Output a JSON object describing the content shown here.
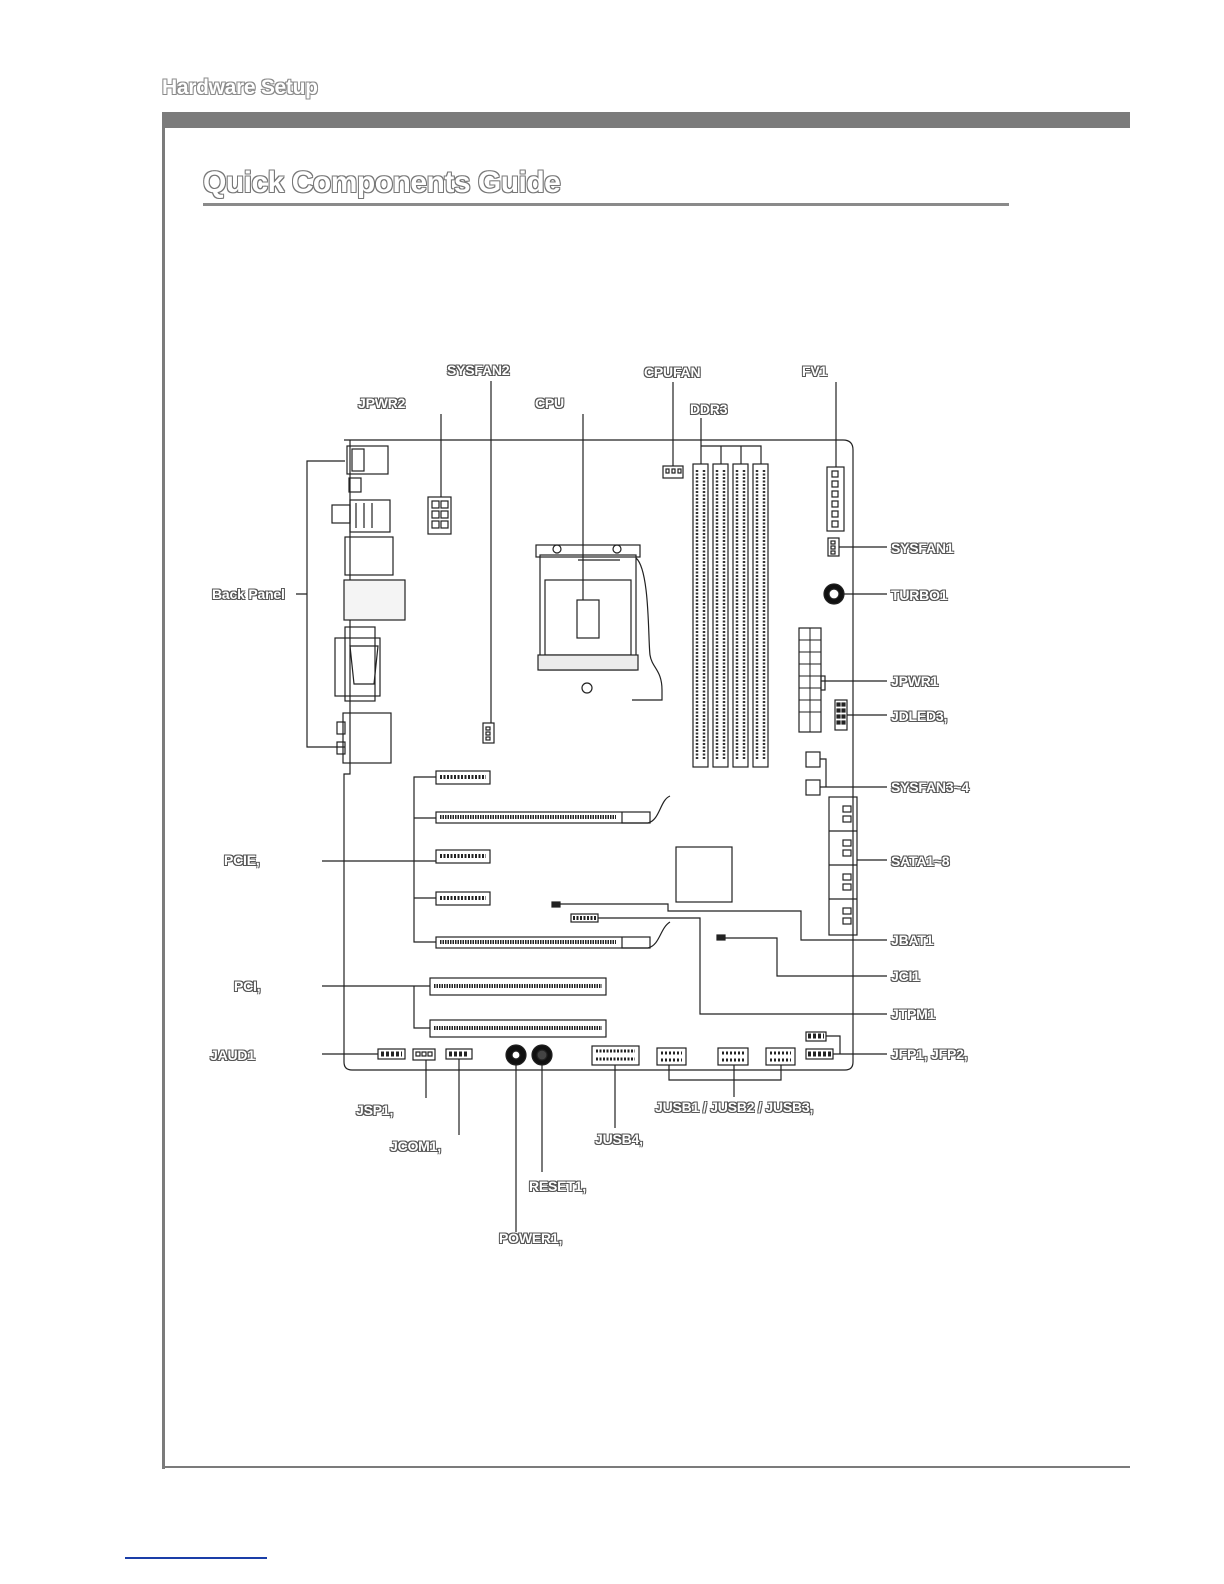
{
  "header": {
    "section": "Hardware Setup"
  },
  "title": "Quick Components Guide",
  "labels": {
    "sysfan2": "SYSFAN2",
    "cpufan": "CPUFAN",
    "fv1": "FV1",
    "jpwr2": "JPWR2",
    "cpu": "CPU",
    "ddr3": "DDR3",
    "sysfan1": "SYSFAN1",
    "back_panel": "Back Panel",
    "turbo1": "TURBO1",
    "jpwr1": "JPWR1",
    "jdled3": "JDLED3,",
    "sysfan34": "SYSFAN3~4",
    "pcie": "PCIE,",
    "sata": "SATA1~8",
    "jbat1": "JBAT1",
    "jci1": "JCI1",
    "pci": "PCI,",
    "jtpm1": "JTPM1",
    "jaud1": "JAUD1",
    "jfp": "JFP1, JFP2,",
    "jsp1": "JSP1,",
    "jusb123": "JUSB1 / JUSB2 / JUSB3,",
    "jcom1": "JCOM1,",
    "jusb4": "JUSB4,",
    "reset1": "RESET1,",
    "power1": "POWER1,"
  }
}
